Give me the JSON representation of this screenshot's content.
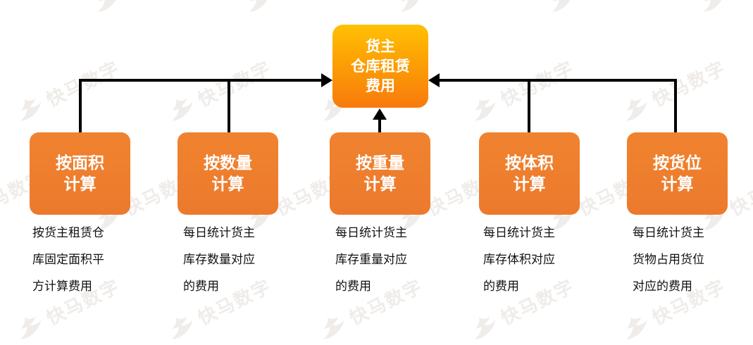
{
  "watermark": {
    "text": "快马数字",
    "color": "#EFECE9"
  },
  "root": {
    "label": "货主\n仓库租赁\n费用"
  },
  "branches": [
    {
      "label": "按面积\n计算",
      "description": "按货主租赁仓\n库固定面积平\n方计算费用"
    },
    {
      "label": "按数量\n计算",
      "description": "每日统计货主\n库存数量对应\n的费用"
    },
    {
      "label": "按重量\n计算",
      "description": "每日统计货主\n库存重量对应\n的费用"
    },
    {
      "label": "按体积\n计算",
      "description": "每日统计货主\n库存体积对应\n的费用"
    },
    {
      "label": "按货位\n计算",
      "description": "每日统计货主\n货物占用货位\n对应的费用"
    }
  ],
  "colors": {
    "root_gradient_top": "#FFC103",
    "root_gradient_bottom": "#F87A0D",
    "branch_fill": "#ED7D31",
    "connector": "#000000",
    "description_text": "#111111",
    "node_text": "#FFFFFF"
  }
}
